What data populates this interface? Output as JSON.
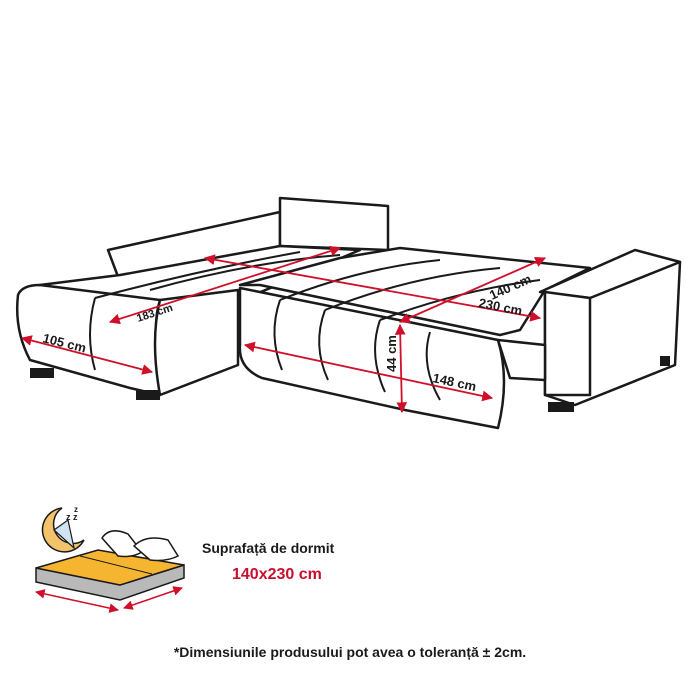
{
  "dimensions": {
    "depth_left": "105 cm",
    "length_left": "183 cm",
    "height": "44 cm",
    "width_open": "148 cm",
    "depth_right": "140 cm",
    "length_total": "230 cm"
  },
  "sleeping_area": {
    "title": "Suprafață de dormit",
    "size": "140x230 cm"
  },
  "note": "*Dimensiunile produsului pot avea o toleranță ± 2cm.",
  "colors": {
    "dimension_line": "#d0102a",
    "outline": "#1a1a1a",
    "mattress": "#f5b531",
    "moon": "#f2c36b"
  }
}
